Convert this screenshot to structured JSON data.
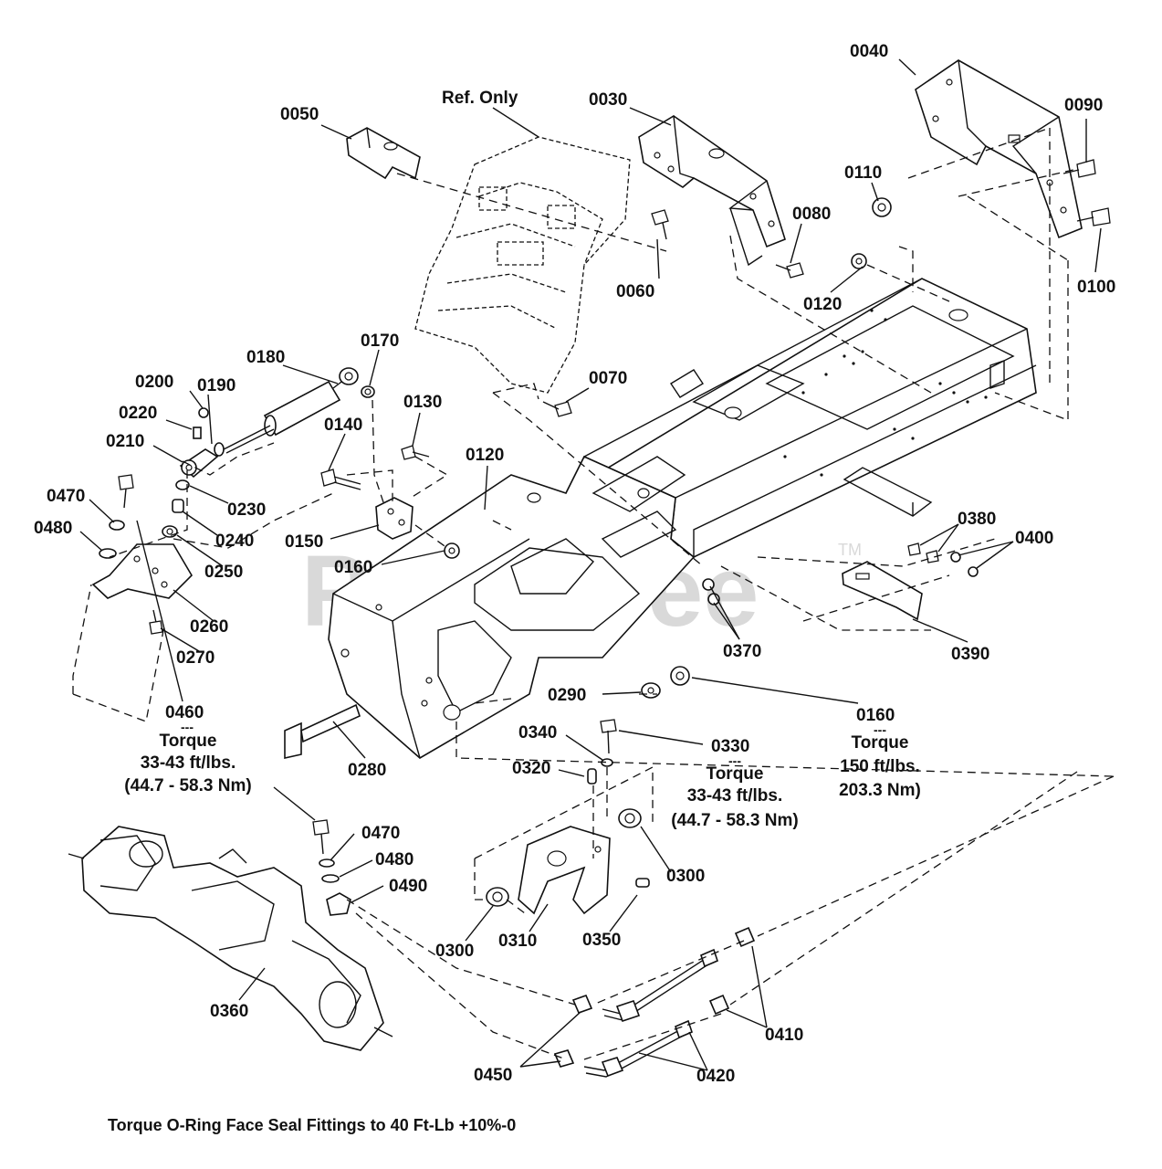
{
  "watermark": {
    "text": "PartsTree",
    "tm": "TM"
  },
  "labels": {
    "p0040": "0040",
    "p0030": "0030",
    "p0050": "0050",
    "ref_only": "Ref. Only",
    "p0090": "0090",
    "p0110": "0110",
    "p0080": "0080",
    "p0100": "0100",
    "p0120a": "0120",
    "p0060": "0060",
    "p0180": "0180",
    "p0170": "0170",
    "p0070": "0070",
    "p0200": "0200",
    "p0190": "0190",
    "p0220": "0220",
    "p0130": "0130",
    "p0140": "0140",
    "p0210": "0210",
    "p0120b": "0120",
    "p0470a": "0470",
    "p0230": "0230",
    "p0480a": "0480",
    "p0240": "0240",
    "p0150": "0150",
    "p0250": "0250",
    "p0160a": "0160",
    "p0380": "0380",
    "p0400": "0400",
    "p0260": "0260",
    "p0270": "0270",
    "p0370": "0370",
    "p0390": "0390",
    "p0290": "0290",
    "p0160b": "0160",
    "p0460": "0460",
    "p0280": "0280",
    "p0340": "0340",
    "p0330": "0330",
    "p0320": "0320",
    "p0470b": "0470",
    "p0480b": "0480",
    "p0490": "0490",
    "p0300a": "0300",
    "p0300b": "0300",
    "p0310": "0310",
    "p0350": "0350",
    "p0360": "0360",
    "p0410": "0410",
    "p0450": "0450",
    "p0420": "0420"
  },
  "torque_notes": {
    "n0460": {
      "sep": "---",
      "title": "Torque",
      "line1": "33-43 ft/lbs.",
      "line2": "(44.7 - 58.3 Nm)"
    },
    "n0330": {
      "sep": "---",
      "title": "Torque",
      "line1": "33-43 ft/lbs.",
      "line2": "(44.7 - 58.3 Nm)"
    },
    "n0160": {
      "sep": "---",
      "title": "Torque",
      "line1": "150 ft/lbs.",
      "line2": "203.3 Nm)"
    }
  },
  "footer": "Torque O-Ring Face Seal Fittings to 40 Ft-Lb +10%-0"
}
